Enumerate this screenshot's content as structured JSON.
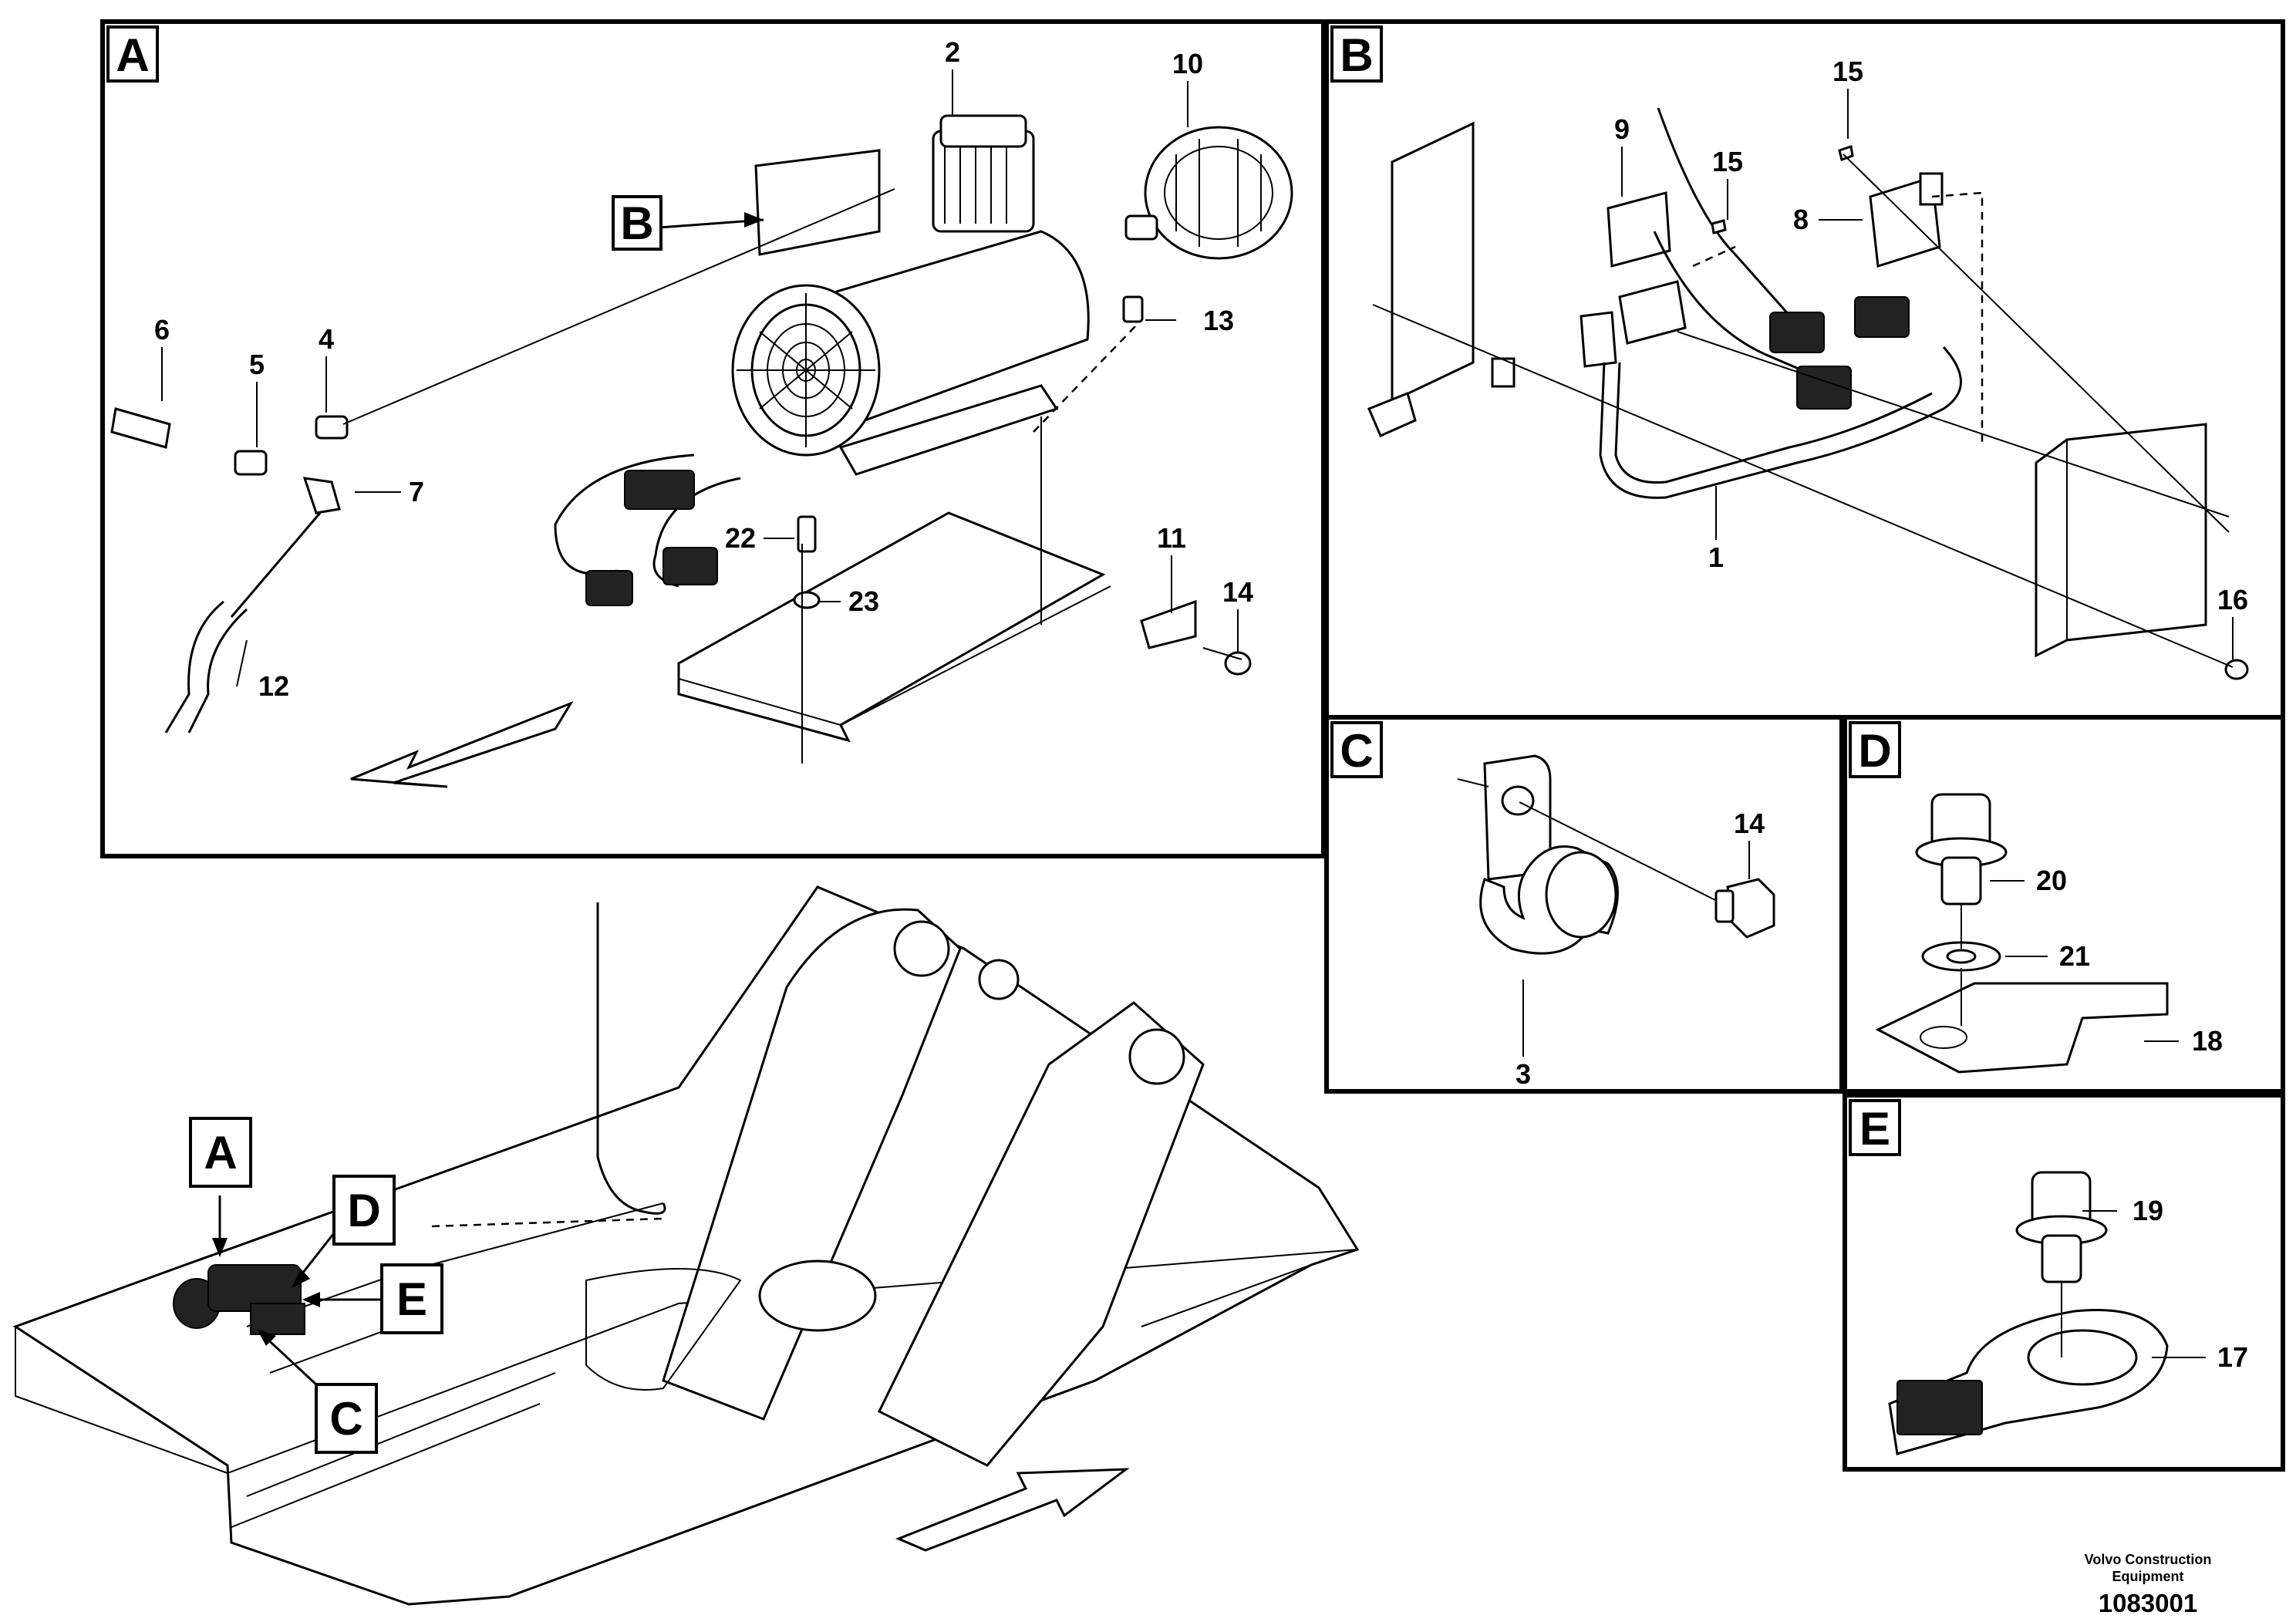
{
  "panels": {
    "A": {
      "tag": "A",
      "callouts": [
        "2",
        "10",
        "6",
        "4",
        "5",
        "7",
        "12",
        "13",
        "22",
        "23",
        "11",
        "14"
      ]
    },
    "B": {
      "tag": "B",
      "callouts": [
        "15",
        "9",
        "15",
        "8",
        "1",
        "16"
      ]
    },
    "C": {
      "tag": "C",
      "callouts": [
        "14",
        "3"
      ]
    },
    "D": {
      "tag": "D",
      "callouts": [
        "20",
        "21",
        "18"
      ]
    },
    "E": {
      "tag": "E",
      "callouts": [
        "19",
        "17"
      ]
    }
  },
  "detail_pointers": {
    "in_panel_a": "B",
    "overview": [
      "A",
      "D",
      "E",
      "C"
    ]
  },
  "footer": {
    "brand": "Volvo Construction Equipment",
    "drawing_number": "1083001"
  }
}
